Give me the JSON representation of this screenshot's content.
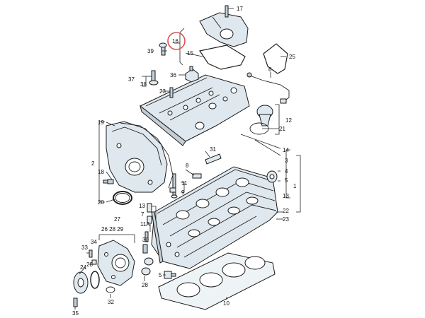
{
  "highlight_color": "#d9534f",
  "part_fill": "#dfe8ee",
  "callouts": {
    "c1": "1",
    "c2": "2",
    "c3": "3",
    "c4": "4",
    "c5": "5",
    "c6": "6",
    "c7": "7",
    "c8": "8",
    "c9": "9",
    "c10": "10",
    "c11": "11",
    "c11a": "11A",
    "c12": "12",
    "c13a": "13",
    "c13b": "13",
    "c14": "14",
    "c15": "15",
    "c16": "16",
    "c17": "17",
    "c18": "18",
    "c19": "19",
    "c20": "20",
    "c21": "21",
    "c22": "22",
    "c23a": "23",
    "c23b": "23",
    "c24": "24",
    "c25": "25",
    "c26": "26",
    "c27": "27",
    "c28a": "28",
    "c28b": "28",
    "c29": "29",
    "c30": "30",
    "c31": "31",
    "c32": "32",
    "c33": "33",
    "c34": "34",
    "c35": "35",
    "c36": "36",
    "c37": "37",
    "c38": "38",
    "c39": "39",
    "c26_28_29": "26 28 29"
  }
}
